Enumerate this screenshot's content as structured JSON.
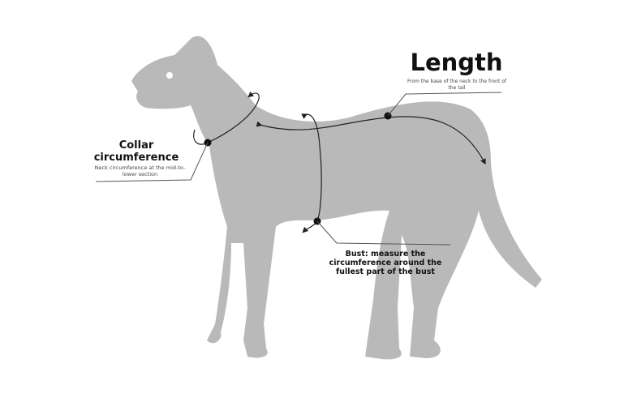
{
  "length": {
    "title": "Length",
    "description": "From the base of the neck to the front of the tail"
  },
  "collar": {
    "title": "Collar circumference",
    "description": "Neck circumference at the mid-to-lower section"
  },
  "bust": {
    "title": "Bust: measure the circumference around the fullest part of the bust"
  },
  "colors": {
    "dog": "#b9b9b9",
    "line": "#222222"
  }
}
